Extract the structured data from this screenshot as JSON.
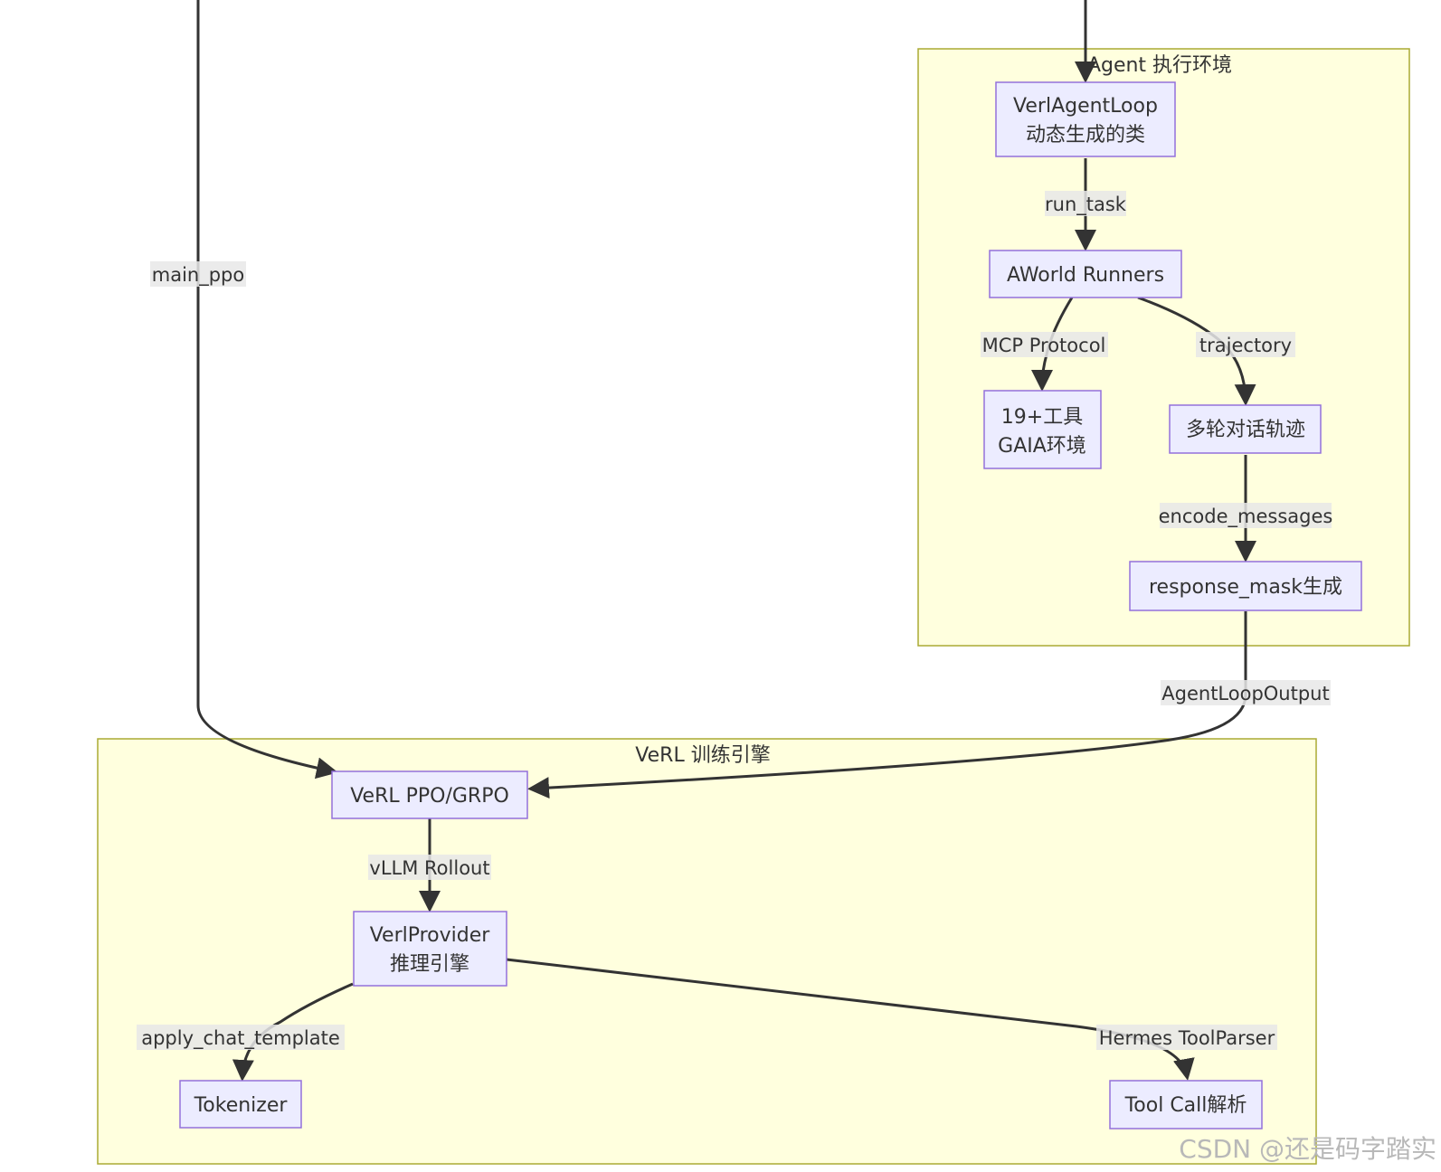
{
  "clusters": {
    "agent": "Agent 执行环境",
    "verl": "VeRL 训练引擎"
  },
  "nodes": {
    "verl_agent_loop": [
      "VerlAgentLoop",
      "动态生成的类"
    ],
    "aworld_runners": [
      "AWorld Runners"
    ],
    "tools": [
      "19+工具",
      "GAIA环境"
    ],
    "multi_turn": [
      "多轮对话轨迹"
    ],
    "response_mask": [
      "response_mask生成"
    ],
    "verl_ppo": [
      "VeRL PPO/GRPO"
    ],
    "verl_provider": [
      "VerlProvider",
      "推理引擎"
    ],
    "tokenizer": [
      "Tokenizer"
    ],
    "tool_call": [
      "Tool Call解析"
    ]
  },
  "edges": {
    "main_ppo": "main_ppo",
    "run_task": "run_task",
    "mcp_protocol": "MCP Protocol",
    "trajectory": "trajectory",
    "encode_messages": "encode_messages",
    "agent_loop_output": "AgentLoopOutput",
    "vllm_rollout": "vLLM Rollout",
    "apply_chat_template": "apply_chat_template",
    "hermes_toolparser": "Hermes ToolParser"
  },
  "watermark": "CSDN @还是码字踏实"
}
